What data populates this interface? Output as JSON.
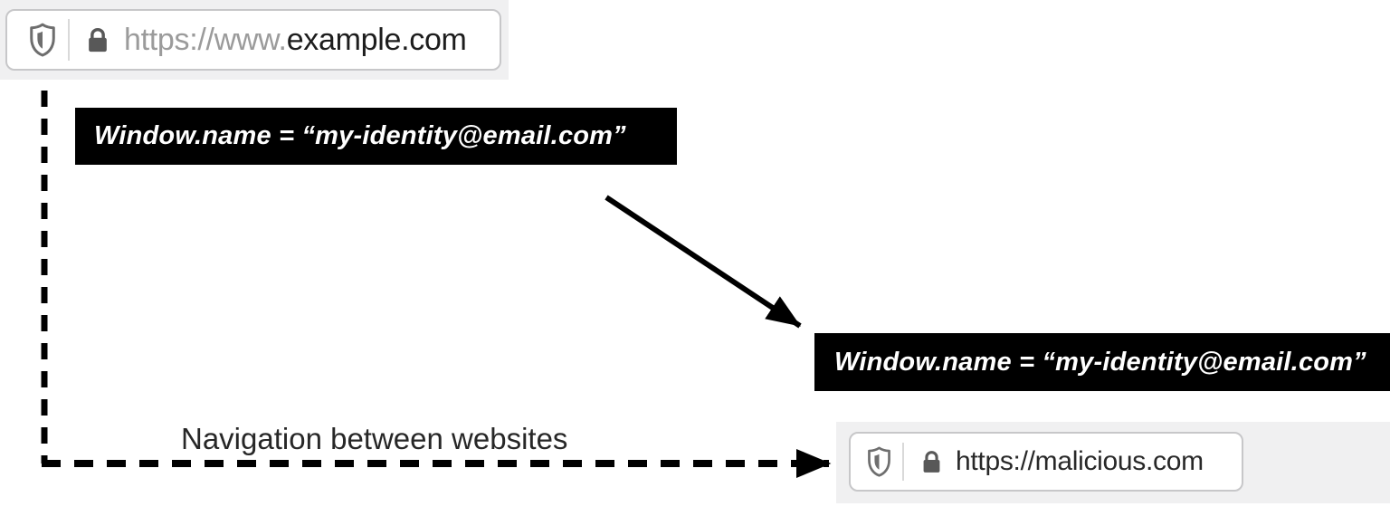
{
  "figure": {
    "background_color": "#ffffff",
    "arrow_color": "#000000"
  },
  "browser_bar_example": {
    "url_scheme": "https://www.",
    "url_domain": "example.com",
    "shield_icon": "tracking-protection-shield-icon",
    "lock_icon": "https-padlock-icon"
  },
  "browser_bar_malicious": {
    "url": "https://malicious.com",
    "shield_icon": "tracking-protection-shield-icon",
    "lock_icon": "https-padlock-icon"
  },
  "window_name_box_top": {
    "text": "Window.name = “my-identity@email.com”",
    "background": "#000000",
    "text_color": "#ffffff"
  },
  "window_name_box_bottom": {
    "text": "Window.name = “my-identity@email.com”",
    "background": "#000000",
    "text_color": "#ffffff"
  },
  "labels": {
    "navigation": "Navigation between websites"
  },
  "colors": {
    "toolbar_bg": "#f0f0f1",
    "pill_border": "#c7c7c9",
    "url_muted": "#9b9b9b",
    "url_strong": "#1d1d1d",
    "icon_gray": "#6e6e6e",
    "lock_gray": "#585858"
  }
}
